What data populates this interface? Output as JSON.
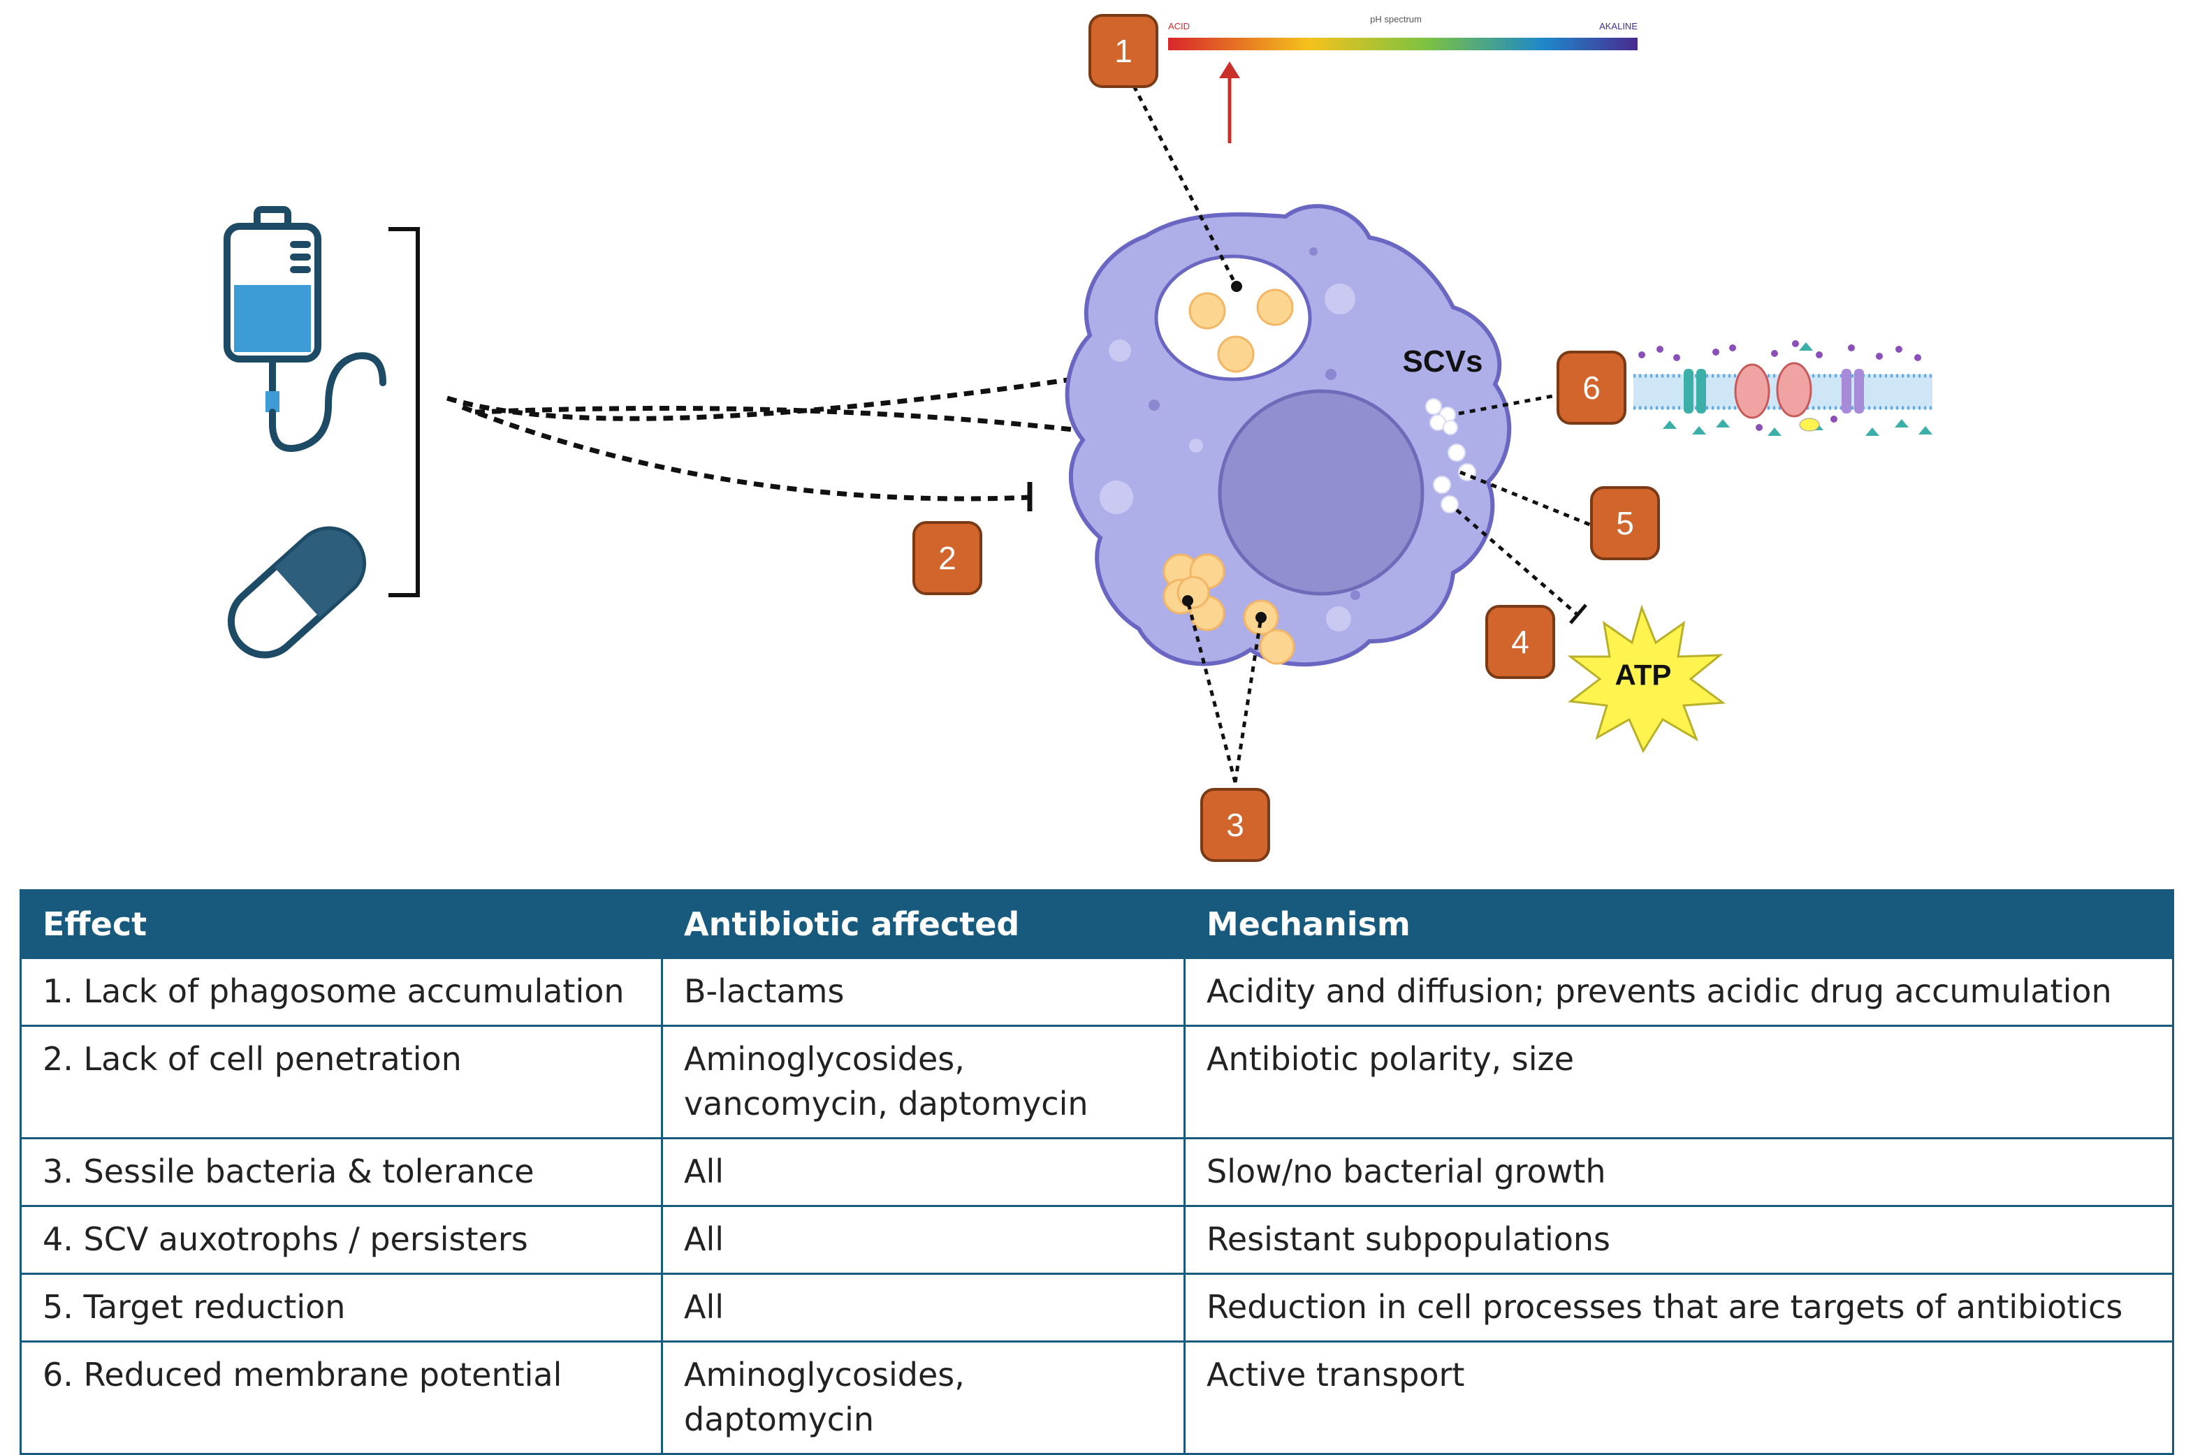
{
  "ph_bar": {
    "title": "pH spectrum",
    "left_label": "ACID",
    "right_label": "AKALINE"
  },
  "cell": {
    "scv_label": "SCVs",
    "atp_label": "ATP"
  },
  "markers": [
    "1",
    "2",
    "3",
    "4",
    "5",
    "6"
  ],
  "icons": [
    "iv-bag-icon",
    "capsule-icon"
  ],
  "colors": {
    "cell": "#aeaee9",
    "nucleus": "#918fd0",
    "marker": "#d2652b",
    "table_header": "#175a7e",
    "atp_star": "#fff44f"
  },
  "table": {
    "headers": [
      "Effect",
      "Antibiotic affected",
      "Mechanism"
    ],
    "rows": [
      [
        "1. Lack of phagosome accumulation",
        "B-lactams",
        "Acidity and diffusion; prevents acidic drug accumulation"
      ],
      [
        "2. Lack of cell penetration",
        "Aminoglycosides, vancomycin, daptomycin",
        "Antibiotic polarity, size"
      ],
      [
        "3. Sessile bacteria & tolerance",
        "All",
        "Slow/no bacterial growth"
      ],
      [
        "4. SCV auxotrophs / persisters",
        "All",
        "Resistant subpopulations"
      ],
      [
        "5. Target reduction",
        "All",
        "Reduction in cell processes that are targets of antibiotics"
      ],
      [
        "6. Reduced membrane potential",
        "Aminoglycosides, daptomycin",
        "Active transport"
      ]
    ]
  }
}
